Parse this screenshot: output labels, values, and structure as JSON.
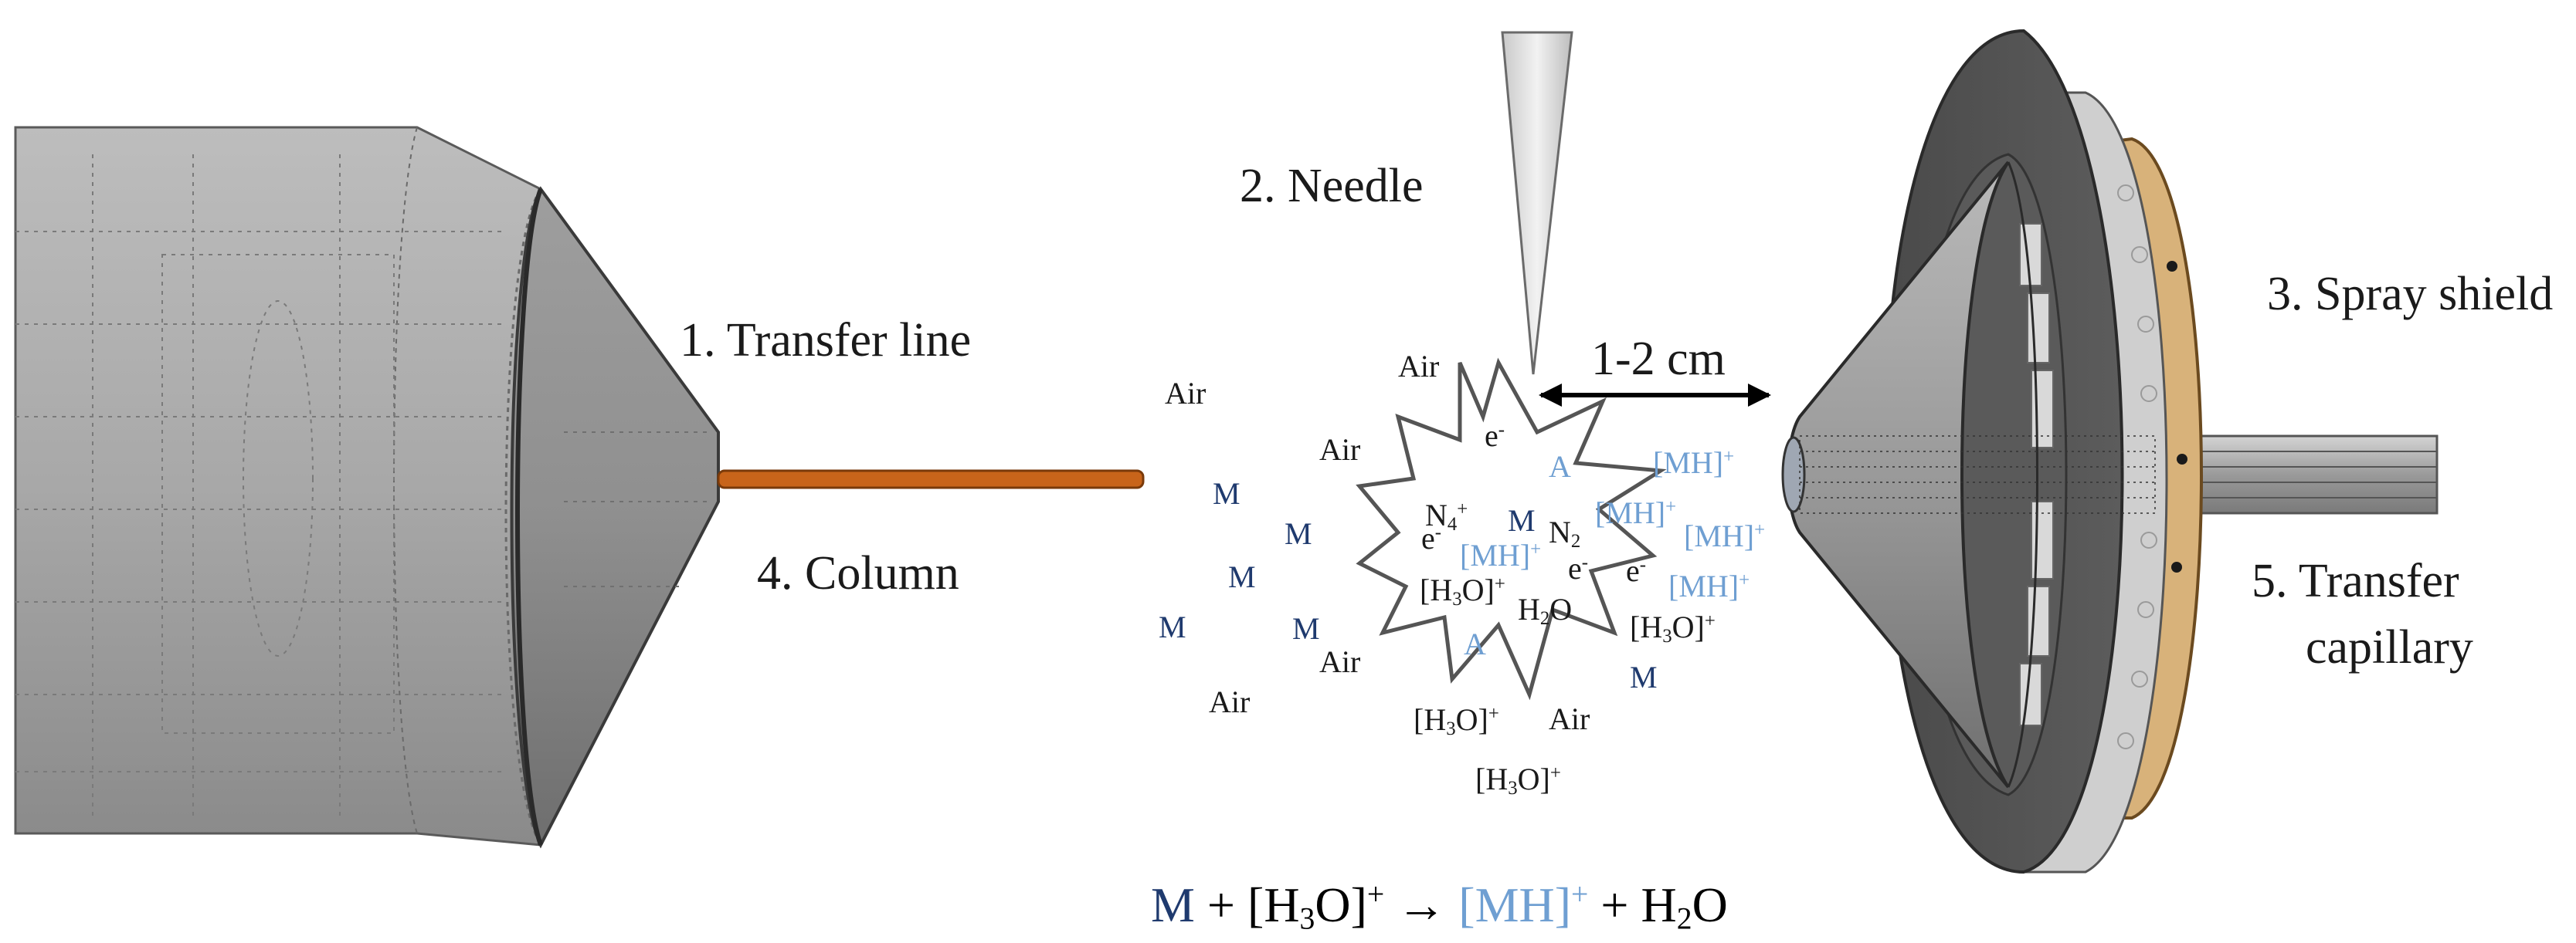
{
  "labels": {
    "transfer_line": "1. Transfer line",
    "needle": "2. Needle",
    "spray_shield": "3. Spray shield",
    "column": "4. Column",
    "transfer_capillary_1": "5. Transfer",
    "transfer_capillary_2": "capillary",
    "distance": "1-2 cm"
  },
  "species": {
    "air": "Air",
    "m": "M",
    "e": "e",
    "e_sign": "-",
    "n4": "N",
    "n4_sub": "4",
    "n4_sup": "+",
    "n2": "N",
    "n2_sub": "2",
    "h2o_h": "H",
    "h2o_sub": "2",
    "h2o_o": "O",
    "mh": "[MH]",
    "mh_sup": "+",
    "h3o_open": "[H",
    "h3o_sub": "3",
    "h3o_close": "O]",
    "h3o_sup": "+",
    "a_frag": "A"
  },
  "equation": {
    "m": "M",
    "plus1": " + ",
    "h3o_open": "[H",
    "h3o_sub": "3",
    "h3o_close": "O]",
    "h3o_sup": "+",
    "arrow": " → ",
    "mh": "[MH]",
    "mh_sup": "+",
    "plus2": " + H",
    "h2o_sub": "2",
    "h2o_o": "O"
  },
  "colors": {
    "analyte_navy": "#1f3a6e",
    "protonated_blue": "#6f9fd2",
    "column_orange": "#c8641a",
    "shield_tan": "#d8b27a",
    "body_gray": "#a9a9a9"
  }
}
